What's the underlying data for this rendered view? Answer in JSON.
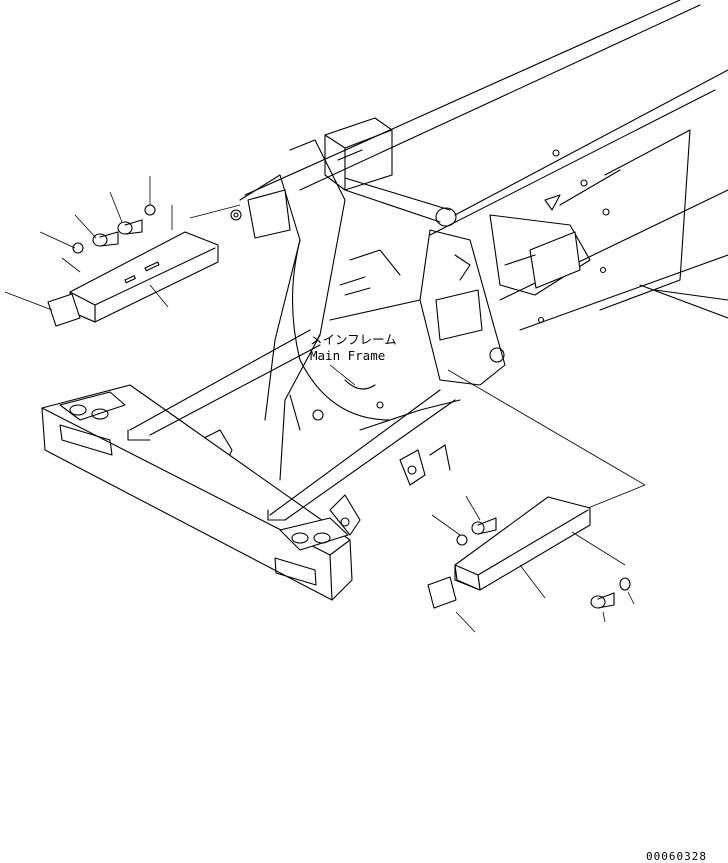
{
  "labels": {
    "frame_label_jp": "メインフレーム",
    "frame_label_en": "Main Frame",
    "drawing_code": "00060328"
  },
  "colors": {
    "line": "#000000",
    "background": "#ffffff"
  }
}
